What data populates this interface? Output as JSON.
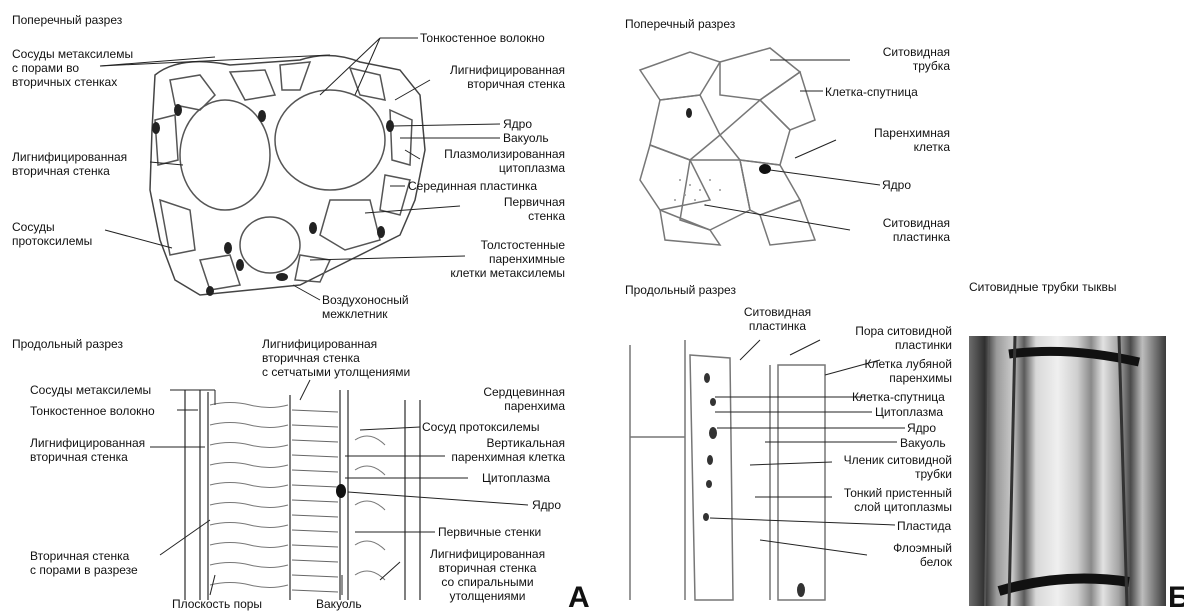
{
  "panel_a": {
    "cross": {
      "title": "Поперечный разрез",
      "labels": {
        "metaxylem_pits": "Сосуды метаксилемы\nс порами во\nвторичных стенках",
        "thin_fiber": "Тонкостенное волокно",
        "lignified_top": "Лигнифицированная\nвторичная стенка",
        "nucleus": "Ядро",
        "vacuole": "Вакуоль",
        "plasmolyzed": "Плазмолизированная\nцитоплазма",
        "lignified_left": "Лигнифицированная\nвторичная стенка",
        "middle_lamella": "Серединная пластинка",
        "primary_wall": "Первичная\nстенка",
        "protoxylem": "Сосуды\nпротоксилемы",
        "thick_parenchyma": "Толстостенные\nпаренхимные\nклетки метаксилемы",
        "air_space": "Воздухоносный\nмежклетник"
      }
    },
    "long": {
      "title": "Продольный разрез",
      "labels": {
        "reticulate": "Лигнифицированная\nвторичная стенка\nс сетчатыми утолщениями",
        "metaxylem": "Сосуды метаксилемы",
        "thin_fiber": "Тонкостенное волокно",
        "pith": "Сердцевинная\nпаренхима",
        "protoxylem_vessel": "Сосуд протоксилемы",
        "lignified_left": "Лигнифицированная\nвторичная стенка",
        "vertical_parenchyma": "Вертикальная\nпаренхимная клетка",
        "cytoplasm": "Цитоплазма",
        "nucleus": "Ядро",
        "primary_walls": "Первичные стенки",
        "secondary_pits": "Вторичная стенка\nс порами в разрезе",
        "spiral": "Лигнифицированная\nвторичная стенка\nсо спиральными\nутолщениями",
        "pit_plane": "Плоскость поры",
        "vacuole": "Вакуоль"
      }
    },
    "letter": "А"
  },
  "panel_b": {
    "cross": {
      "title": "Поперечный разрез",
      "labels": {
        "sieve_tube": "Ситовидная\nтрубка",
        "companion": "Клетка-спутница",
        "parenchyma": "Паренхимная\nклетка",
        "nucleus": "Ядро",
        "sieve_plate": "Ситовидная\nпластинка"
      }
    },
    "long": {
      "title": "Продольный разрез",
      "labels": {
        "sieve_plate": "Ситовидная\nпластинка",
        "plate_pore": "Пора ситовидной\nпластинки",
        "bast_parenchyma": "Клетка лубяной\nпаренхимы",
        "companion": "Клетка-спутница",
        "cytoplasm": "Цитоплазма",
        "nucleus": "Ядро",
        "vacuole": "Вакуоль",
        "segment": "Членик ситовидной\nтрубки",
        "thin_layer": "Тонкий пристенный\nслой цитоплазмы",
        "plastid": "Пластида",
        "p_protein": "Флоэмный\nбелок"
      }
    },
    "photo_title": "Ситовидные трубки тыквы",
    "letter": "Б"
  }
}
